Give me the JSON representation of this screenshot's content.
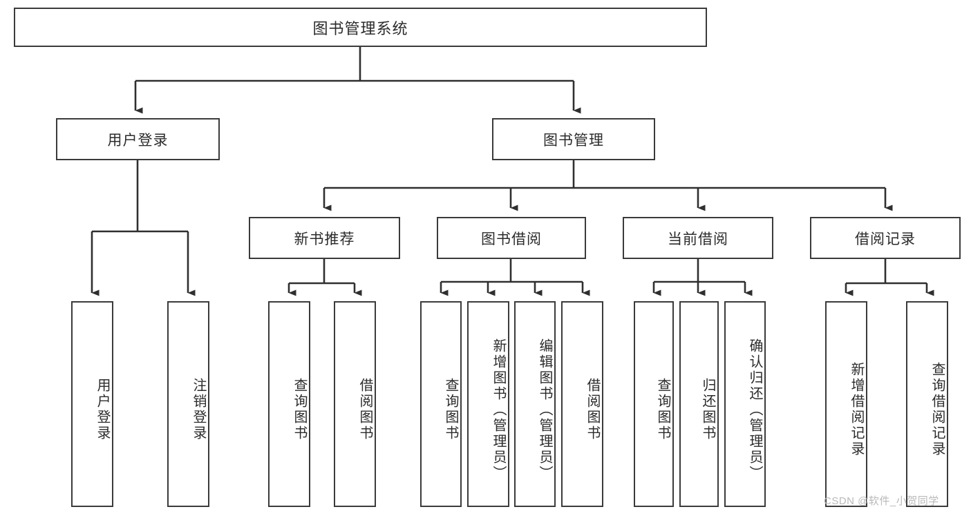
{
  "diagram": {
    "type": "tree",
    "title": "图书管理系统",
    "orientation": "top-down",
    "colors": {
      "border": "#3a3a3a",
      "text": "#2b2b2b",
      "background": "#ffffff",
      "watermark": "#b9b9b9"
    },
    "root": {
      "label": "图书管理系统"
    },
    "level1": [
      {
        "label": "用户登录"
      },
      {
        "label": "图书管理"
      }
    ],
    "level2": [
      {
        "label": "新书推荐"
      },
      {
        "label": "图书借阅"
      },
      {
        "label": "当前借阅"
      },
      {
        "label": "借阅记录"
      }
    ],
    "leaves": {
      "user_login": [
        {
          "label": "用户登录"
        },
        {
          "label": "注销登录"
        }
      ],
      "new_book": [
        {
          "label": "查询图书"
        },
        {
          "label": "借阅图书"
        }
      ],
      "borrow": [
        {
          "label": "查询图书"
        },
        {
          "label": "新增图书（管理员）"
        },
        {
          "label": "编辑图书（管理员）"
        },
        {
          "label": "借阅图书"
        }
      ],
      "current": [
        {
          "label": "查询图书"
        },
        {
          "label": "归还图书"
        },
        {
          "label": "确认归还（管理员）"
        }
      ],
      "records": [
        {
          "label": "新增借阅记录"
        },
        {
          "label": "查询借阅记录"
        }
      ]
    }
  },
  "watermark": {
    "text": "CSDN @软件_小贺同学"
  }
}
